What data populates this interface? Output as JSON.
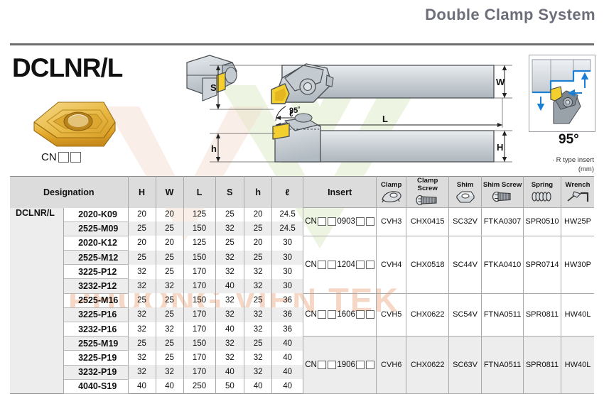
{
  "header": {
    "title": "Double Clamp System"
  },
  "product": {
    "name": "DCLNR/L",
    "insert_prefix": "CN",
    "insert_icon": "cnmg-insert-illustration"
  },
  "drawing": {
    "labels": {
      "S": "S",
      "W": "W",
      "L": "L",
      "h": "h",
      "H": "H",
      "l": "ℓ",
      "angle": "95˚"
    }
  },
  "right_panel": {
    "angle": "95°",
    "note_line1": "· R type insert",
    "note_line2": "(mm)"
  },
  "watermark": {
    "text": "PHUONG VIEN TEK"
  },
  "table": {
    "headers": {
      "designation": "Designation",
      "H": "H",
      "W": "W",
      "L": "L",
      "S": "S",
      "h": "h",
      "l": "ℓ",
      "insert": "Insert",
      "clamp": "Clamp",
      "clamp_screw": "Clamp Screw",
      "shim": "Shim",
      "shim_screw": "Shim Screw",
      "spring": "Spring",
      "wrench": "Wrench"
    },
    "family": "DCLNR/L",
    "rows": [
      {
        "designation": "2020-K09",
        "H": "20",
        "W": "20",
        "L": "125",
        "S": "25",
        "h": "20",
        "l": "24.5"
      },
      {
        "designation": "2525-M09",
        "H": "25",
        "W": "25",
        "L": "150",
        "S": "32",
        "h": "25",
        "l": "24.5"
      },
      {
        "designation": "2020-K12",
        "H": "20",
        "W": "20",
        "L": "125",
        "S": "25",
        "h": "20",
        "l": "30"
      },
      {
        "designation": "2525-M12",
        "H": "25",
        "W": "25",
        "L": "150",
        "S": "32",
        "h": "25",
        "l": "30"
      },
      {
        "designation": "3225-P12",
        "H": "32",
        "W": "25",
        "L": "170",
        "S": "32",
        "h": "32",
        "l": "30"
      },
      {
        "designation": "3232-P12",
        "H": "32",
        "W": "32",
        "L": "170",
        "S": "40",
        "h": "32",
        "l": "30"
      },
      {
        "designation": "2525-M16",
        "H": "25",
        "W": "25",
        "L": "150",
        "S": "32",
        "h": "25",
        "l": "36"
      },
      {
        "designation": "3225-P16",
        "H": "32",
        "W": "25",
        "L": "170",
        "S": "32",
        "h": "32",
        "l": "36"
      },
      {
        "designation": "3232-P16",
        "H": "32",
        "W": "32",
        "L": "170",
        "S": "40",
        "h": "32",
        "l": "36"
      },
      {
        "designation": "2525-M19",
        "H": "25",
        "W": "25",
        "L": "150",
        "S": "32",
        "h": "25",
        "l": "40"
      },
      {
        "designation": "3225-P19",
        "H": "32",
        "W": "25",
        "L": "170",
        "S": "32",
        "h": "32",
        "l": "40"
      },
      {
        "designation": "3232-P19",
        "H": "32",
        "W": "32",
        "L": "170",
        "S": "40",
        "h": "32",
        "l": "40"
      },
      {
        "designation": "4040-S19",
        "H": "40",
        "W": "40",
        "L": "250",
        "S": "50",
        "h": "40",
        "l": "40"
      }
    ],
    "groups": [
      {
        "rowspan": 2,
        "insert_prefix": "CN",
        "insert_size": "0903",
        "clamp": "CVH3",
        "clamp_screw": "CHX0415",
        "shim": "SC32V",
        "shim_screw": "FTKA0307",
        "spring": "SPR0510",
        "wrench": "HW25P"
      },
      {
        "rowspan": 4,
        "insert_prefix": "CN",
        "insert_size": "1204",
        "clamp": "CVH4",
        "clamp_screw": "CHX0518",
        "shim": "SC44V",
        "shim_screw": "FTKA0410",
        "spring": "SPR0714",
        "wrench": "HW30P"
      },
      {
        "rowspan": 3,
        "insert_prefix": "CN",
        "insert_size": "1606",
        "clamp": "CVH5",
        "clamp_screw": "CHX0622",
        "shim": "SC54V",
        "shim_screw": "FTNA0511",
        "spring": "SPR0811",
        "wrench": "HW40L"
      },
      {
        "rowspan": 4,
        "insert_prefix": "CN",
        "insert_size": "1906",
        "clamp": "CVH6",
        "clamp_screw": "CHX0622",
        "shim": "SC63V",
        "shim_screw": "FTNA0511",
        "spring": "SPR0811",
        "wrench": "HW40L"
      }
    ]
  },
  "colors": {
    "title_gray": "#6c6f7a",
    "header_gray": "#dcdcdc",
    "row_alt": "#ededed",
    "insert_gold": "#e8b838",
    "steel": "#c9ced3",
    "blue": "#1b7fd4",
    "watermark": "#f6d6c4"
  }
}
